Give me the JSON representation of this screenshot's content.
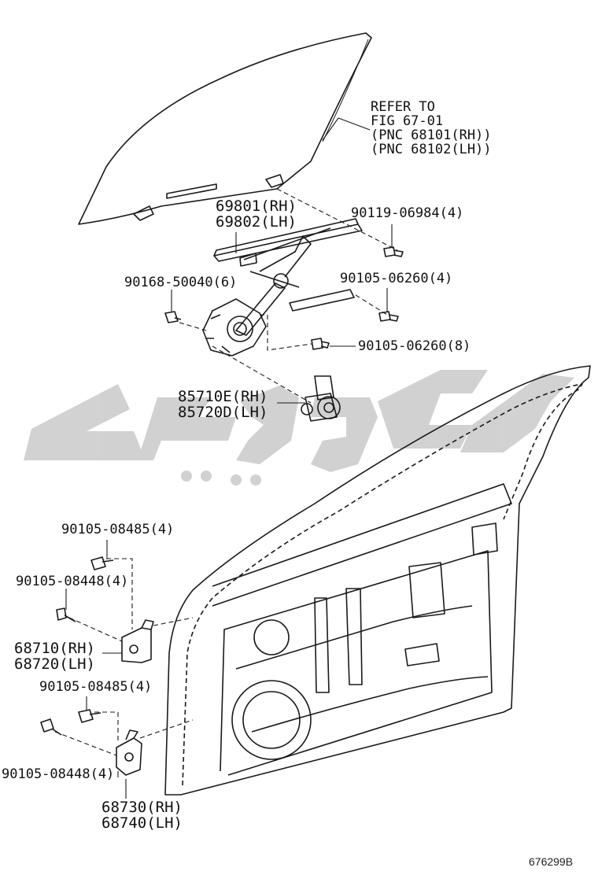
{
  "figure_id": "676299B",
  "glass_reference": [
    "REFER TO",
    "FIG 67-01",
    "(PNC 68101(RH))",
    "(PNC 68102(LH))"
  ],
  "parts": {
    "regulator": [
      "69801(RH)",
      "69802(LH)"
    ],
    "motor": [
      "85710E(RH)",
      "85720D(LH)"
    ],
    "upper_hinge": [
      "68710(RH)",
      "68720(LH)"
    ],
    "lower_hinge": [
      "68730(RH)",
      "68740(LH)"
    ]
  },
  "fasteners": {
    "glass_bolt": "90119-06984(4)",
    "regulator_bolt": "90168-50040(6)",
    "regulator_nut_a": "90105-06260(4)",
    "regulator_nut_b": "90105-06260(8)",
    "upper_hinge_bolt_a": "90105-08485(4)",
    "upper_hinge_bolt_b": "90105-08448(4)",
    "lower_hinge_bolt_a": "90105-08485(4)",
    "lower_hinge_bolt_b": "90105-08448(4)"
  },
  "colors": {
    "line": "#1a1a1a",
    "watermark": "#c9c9c9"
  }
}
